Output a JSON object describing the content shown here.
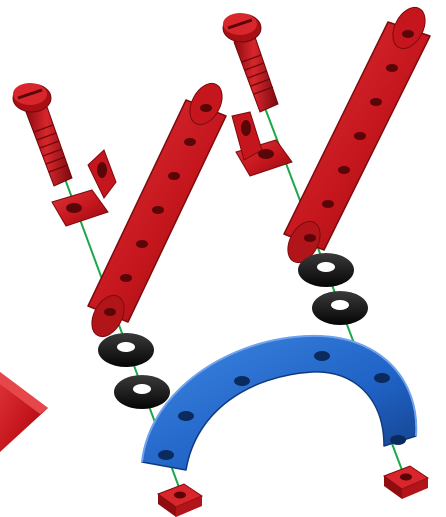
{
  "diagram": {
    "kind": "exploded assembly view",
    "colors": {
      "red_part": "#c4161c",
      "red_dark": "#7d0a0e",
      "red_light": "#e5474b",
      "blue_part": "#1f63c6",
      "blue_dark": "#0f3a7e",
      "blue_light": "#4f8ee6",
      "washer": "#141414",
      "axis_line": "#1aa84a",
      "background": "#ffffff"
    },
    "parts": [
      {
        "name": "screw",
        "count": 2,
        "color": "red"
      },
      {
        "name": "angle-bracket",
        "count": 2,
        "color": "red"
      },
      {
        "name": "perforated-strip",
        "count": 2,
        "color": "red"
      },
      {
        "name": "washer",
        "count": 4,
        "color": "black"
      },
      {
        "name": "curved-strip",
        "count": 1,
        "color": "blue"
      },
      {
        "name": "square-nut",
        "count": 2,
        "color": "red"
      }
    ]
  }
}
